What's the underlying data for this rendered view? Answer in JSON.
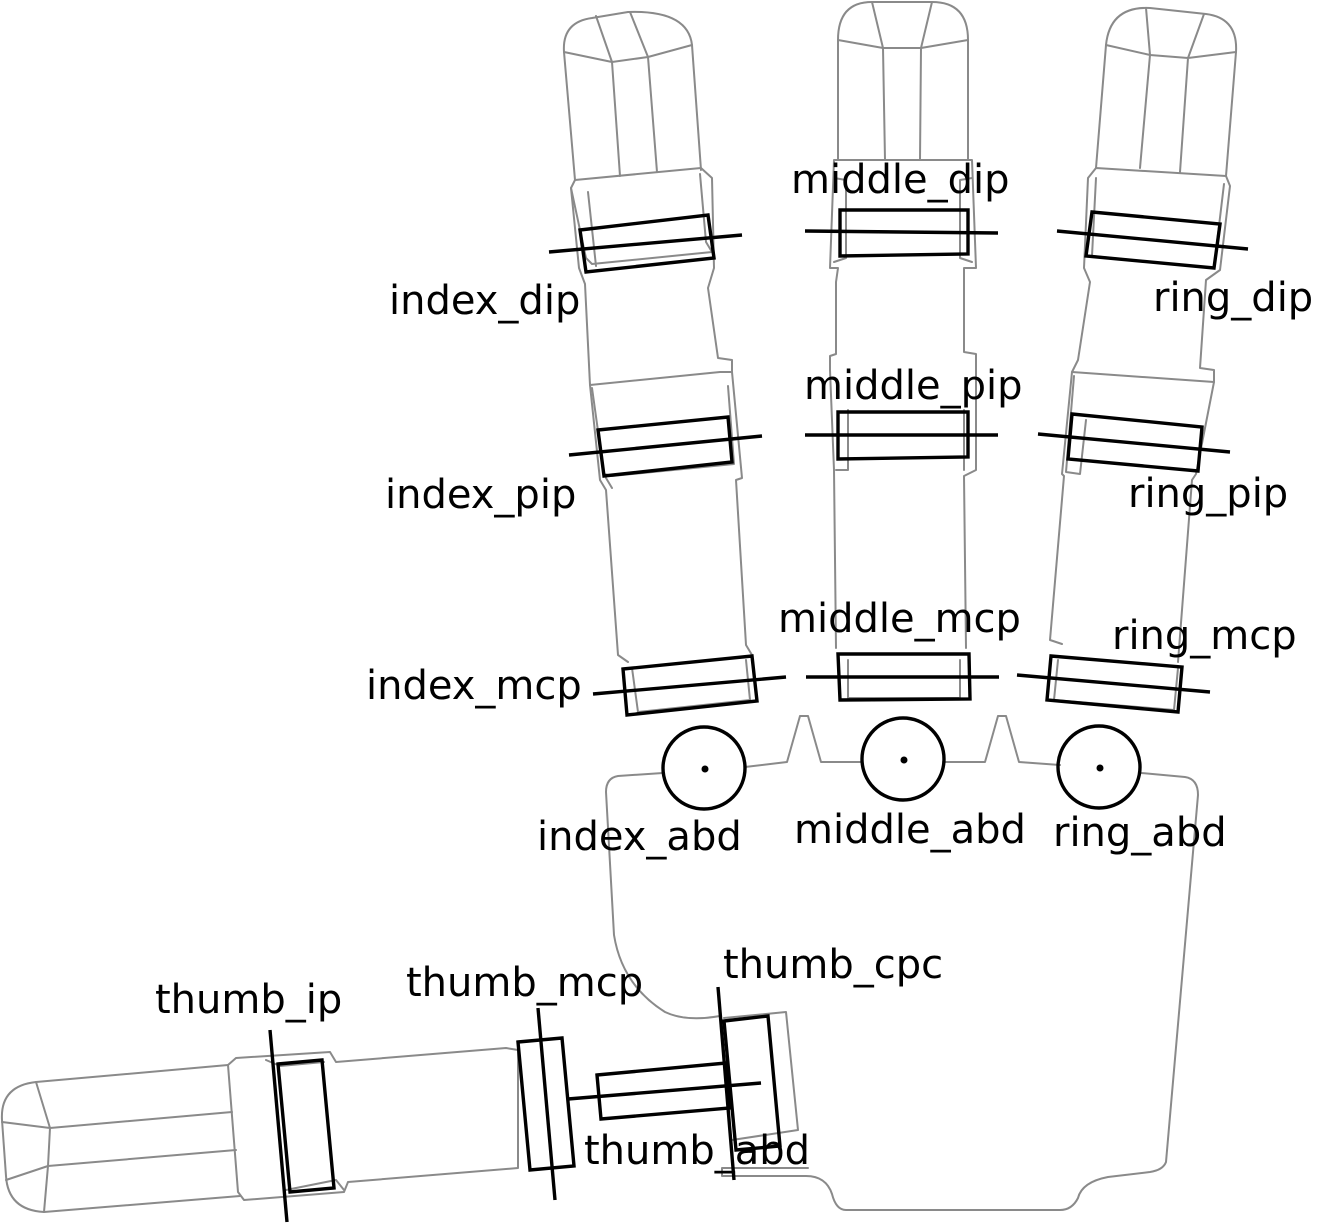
{
  "labels": {
    "index_dip": "index_dip",
    "middle_dip": "middle_dip",
    "ring_dip": "ring_dip",
    "index_pip": "index_pip",
    "middle_pip": "middle_pip",
    "ring_pip": "ring_pip",
    "index_mcp": "index_mcp",
    "middle_mcp": "middle_mcp",
    "ring_mcp": "ring_mcp",
    "index_abd": "index_abd",
    "middle_abd": "middle_abd",
    "ring_abd": "ring_abd",
    "thumb_ip": "thumb_ip",
    "thumb_mcp": "thumb_mcp",
    "thumb_cpc": "thumb_cpc",
    "thumb_abd": "thumb_abd"
  },
  "colors": {
    "outline": "#8a8a8a",
    "joint": "#000000",
    "background": "#ffffff"
  }
}
